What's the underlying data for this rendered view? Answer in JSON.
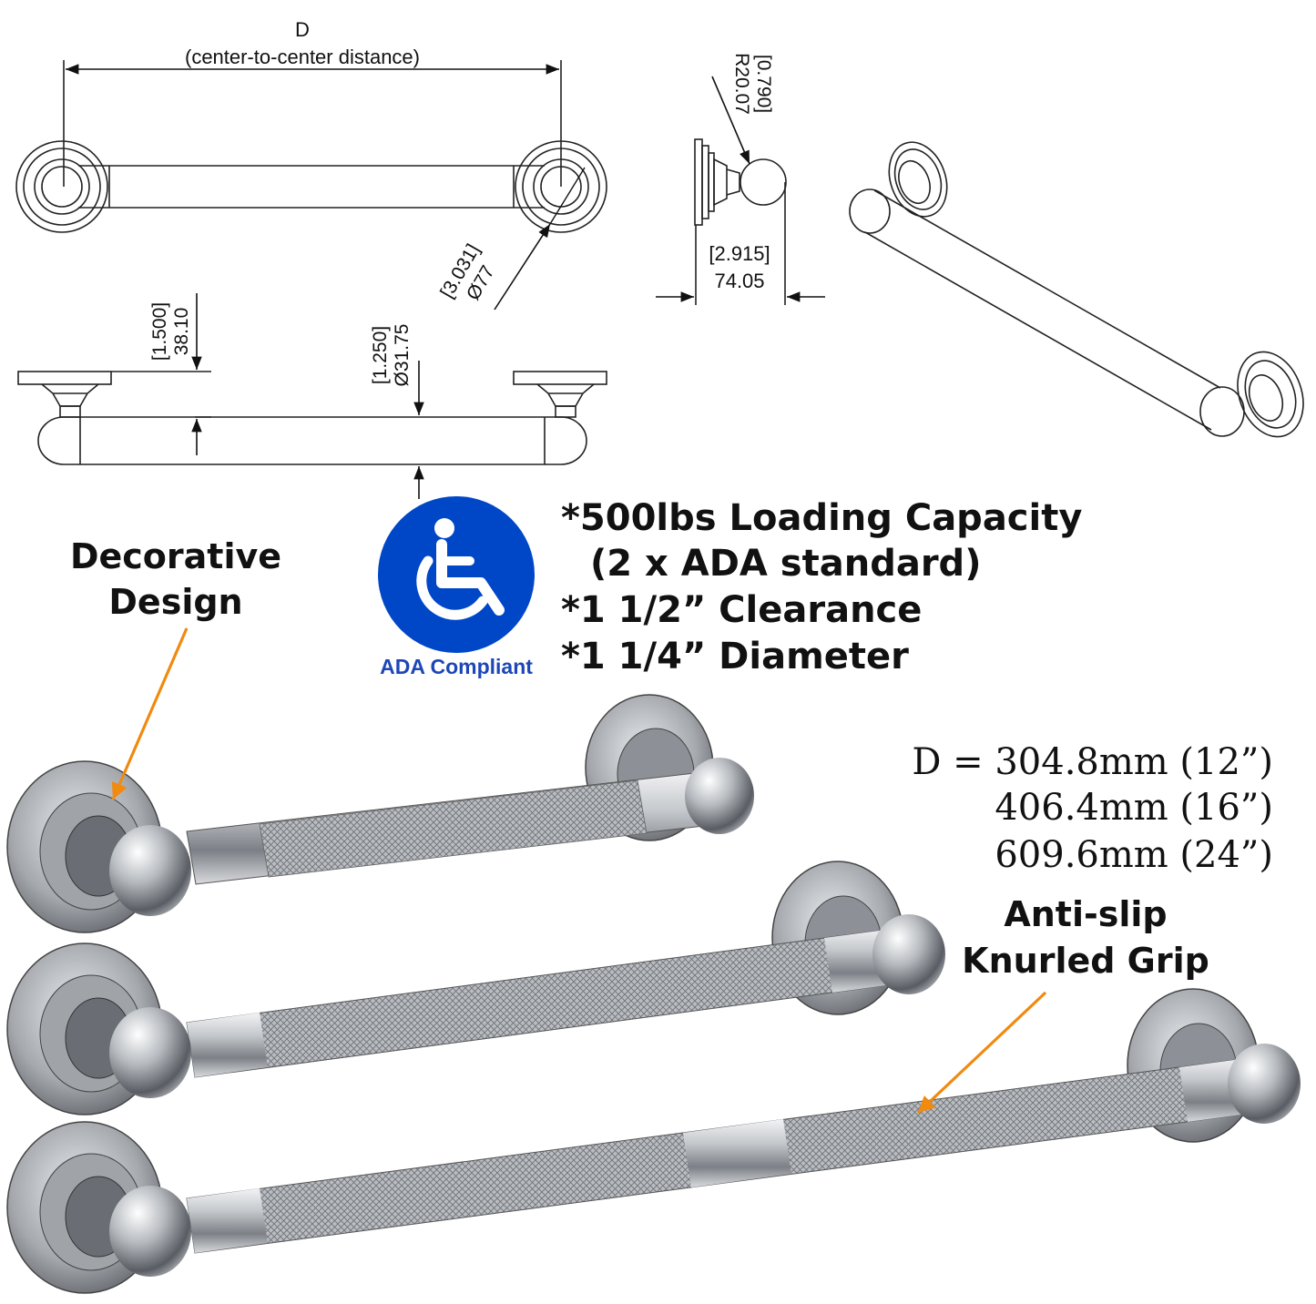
{
  "drawing": {
    "d_label": "D",
    "d_caption": "(center-to-center distance)",
    "flange_in": "[3.031]",
    "flange_mm": "Ø77",
    "radius_in": "[0.790]",
    "radius_mm": "R20.07",
    "depth_in": "[2.915]",
    "depth_mm": "74.05",
    "clearance_in": "[1.500]",
    "clearance_mm": "38.10",
    "diameter_in": "[1.250]",
    "diameter_mm": "Ø31.75"
  },
  "badge": {
    "icon": "wheelchair-icon",
    "label": "ADA Compliant",
    "color": "#0047c8"
  },
  "features": [
    "*500lbs Loading Capacity",
    "(2 x ADA standard)",
    "*1 1/2” Clearance",
    "*1 1/4” Diameter"
  ],
  "callouts": {
    "decorative_line1": "Decorative",
    "decorative_line2": "Design",
    "antislip_line1": "Anti-slip",
    "antislip_line2": "Knurled Grip",
    "arrow_color": "#f08a10"
  },
  "sizes": [
    "D = 304.8mm (12”)",
    "406.4mm (16”)",
    "609.6mm (24”)"
  ]
}
